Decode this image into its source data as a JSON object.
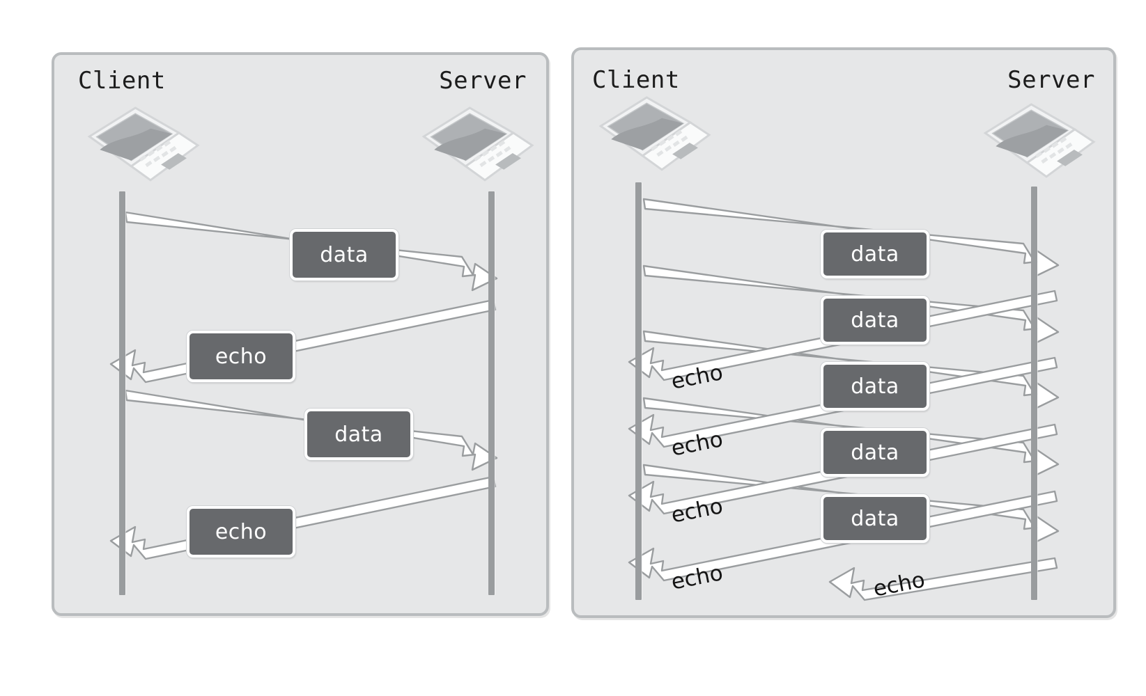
{
  "figure": {
    "title": "Client/Server echo message sequence — serial vs. pipelined",
    "background_color": "#ffffff",
    "panel_fill": "#e6e7e8",
    "panel_border": "#b9bcbe",
    "lifeline_color": "#999c9e",
    "box_fill": "#67696c",
    "box_border": "#ffffff",
    "box_text_color": "#ffffff",
    "arrow_fill": "#ffffff",
    "arrow_stroke": "#9a9d9f",
    "plain_text_color": "#141414"
  },
  "panels": [
    {
      "id": "serial",
      "name": "serial-request-response",
      "client_label": "Client",
      "server_label": "Server",
      "client_icon": "laptop-icon",
      "server_icon": "laptop-icon",
      "messages": [
        {
          "label": "data",
          "direction": "client-to-server",
          "style": "boxed",
          "index": 1
        },
        {
          "label": "echo",
          "direction": "server-to-client",
          "style": "boxed",
          "index": 2
        },
        {
          "label": "data",
          "direction": "client-to-server",
          "style": "boxed",
          "index": 3
        },
        {
          "label": "echo",
          "direction": "server-to-client",
          "style": "boxed",
          "index": 4
        }
      ]
    },
    {
      "id": "pipelined",
      "name": "pipelined-request-response",
      "client_label": "Client",
      "server_label": "Server",
      "client_icon": "laptop-icon",
      "server_icon": "laptop-icon",
      "messages": [
        {
          "label": "data",
          "direction": "client-to-server",
          "style": "boxed",
          "index": 1
        },
        {
          "label": "data",
          "direction": "client-to-server",
          "style": "boxed",
          "index": 2
        },
        {
          "label": "data",
          "direction": "client-to-server",
          "style": "boxed",
          "index": 3
        },
        {
          "label": "data",
          "direction": "client-to-server",
          "style": "boxed",
          "index": 4
        },
        {
          "label": "data",
          "direction": "client-to-server",
          "style": "boxed",
          "index": 5
        },
        {
          "label": "echo",
          "direction": "server-to-client",
          "style": "plain",
          "index": 6
        },
        {
          "label": "echo",
          "direction": "server-to-client",
          "style": "plain",
          "index": 7
        },
        {
          "label": "echo",
          "direction": "server-to-client",
          "style": "plain",
          "index": 8
        },
        {
          "label": "echo",
          "direction": "server-to-client",
          "style": "plain",
          "index": 9
        },
        {
          "label": "echo",
          "direction": "server-to-client",
          "style": "plain",
          "index": 10
        }
      ]
    }
  ],
  "left_panel_labels": {
    "client": "Client",
    "server": "Server",
    "m1": "data",
    "m2": "echo",
    "m3": "data",
    "m4": "echo"
  },
  "right_panel_labels": {
    "client": "Client",
    "server": "Server",
    "d1": "data",
    "d2": "data",
    "d3": "data",
    "d4": "data",
    "d5": "data",
    "e1": "echo",
    "e2": "echo",
    "e3": "echo",
    "e4": "echo",
    "e5": "echo"
  }
}
